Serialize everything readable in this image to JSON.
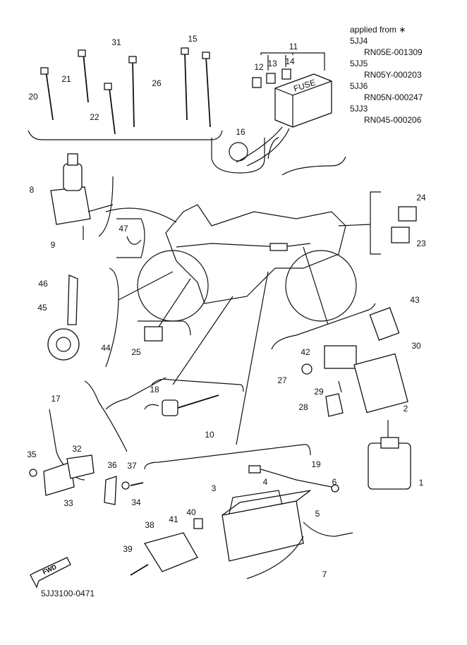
{
  "callouts": [
    "20",
    "21",
    "31",
    "22",
    "15",
    "26",
    "11",
    "12",
    "13",
    "14",
    "16",
    "8",
    "9",
    "47",
    "24",
    "23",
    "46",
    "45",
    "44",
    "25",
    "43",
    "42",
    "30",
    "27",
    "29",
    "28",
    "2",
    "18",
    "10",
    "17",
    "32",
    "35",
    "36",
    "37",
    "34",
    "33",
    "19",
    "6",
    "3",
    "4",
    "5",
    "1",
    "40",
    "41",
    "38",
    "39",
    "7"
  ],
  "applicability": {
    "heading": "applied from  ∗",
    "entries": [
      {
        "model": "5JJ4",
        "serial": "RN05E-001309"
      },
      {
        "model": "5JJ5",
        "serial": "RN05Y-000203"
      },
      {
        "model": "5JJ6",
        "serial": "RN05N-000247"
      },
      {
        "model": "5JJ3",
        "serial": "RN045-000206"
      }
    ]
  },
  "fuse_box_label": "FUSE",
  "fwd_label": "FWD",
  "diagram_code": "5JJ3100-0471"
}
